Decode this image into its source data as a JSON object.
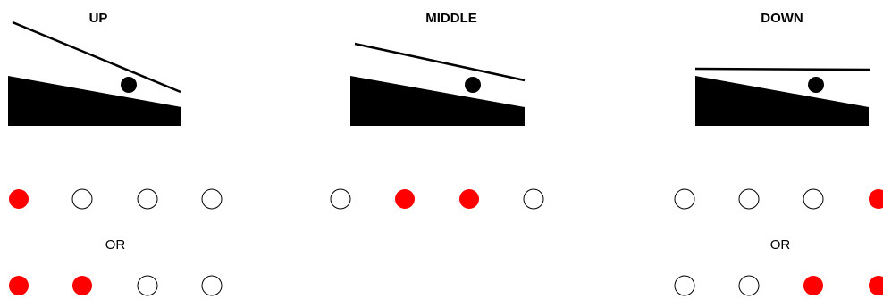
{
  "colors": {
    "led_on": "#ff0000",
    "led_off": "#ffffff",
    "ink": "#000000"
  },
  "panels": [
    {
      "id": "up",
      "title": "UP",
      "pedal": "up",
      "led_rows": [
        [
          true,
          false,
          false,
          false
        ],
        [
          true,
          true,
          false,
          false
        ]
      ],
      "or_label": "OR"
    },
    {
      "id": "middle",
      "title": "MIDDLE",
      "pedal": "middle",
      "led_rows": [
        [
          false,
          true,
          true,
          false
        ]
      ],
      "or_label": ""
    },
    {
      "id": "down",
      "title": "DOWN",
      "pedal": "down",
      "led_rows": [
        [
          false,
          false,
          false,
          true
        ],
        [
          false,
          false,
          true,
          true
        ]
      ],
      "or_label": "OR"
    }
  ]
}
